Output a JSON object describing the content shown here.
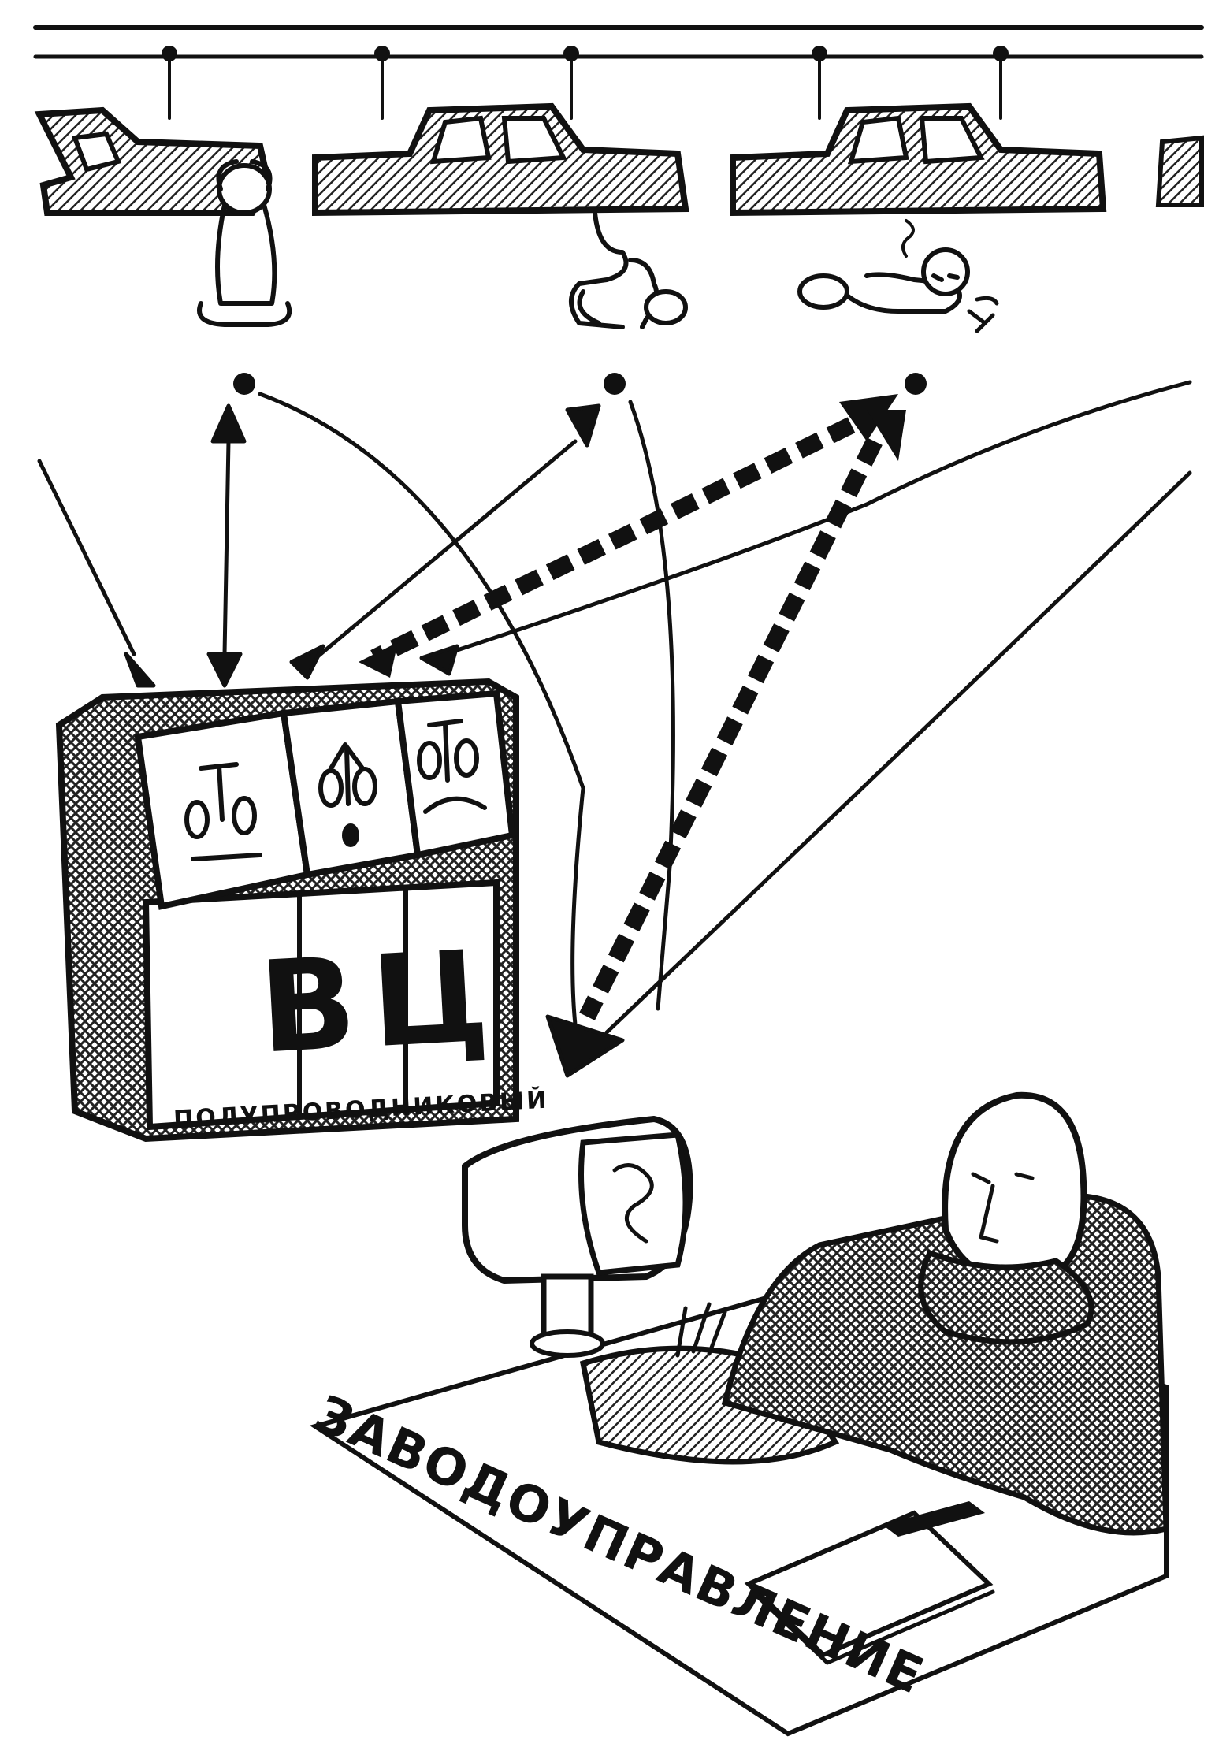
{
  "cartoon": {
    "computer_center_label": "ВЦ",
    "computer_center_plaque": "ПОЛУПРОВОДНИКОВЫЙ",
    "office_sign": "ЗАВОДОУПРАВЛЕНИЕ"
  },
  "colors": {
    "ink": "#111111",
    "paper": "#ffffff",
    "hatch": "#333333"
  }
}
